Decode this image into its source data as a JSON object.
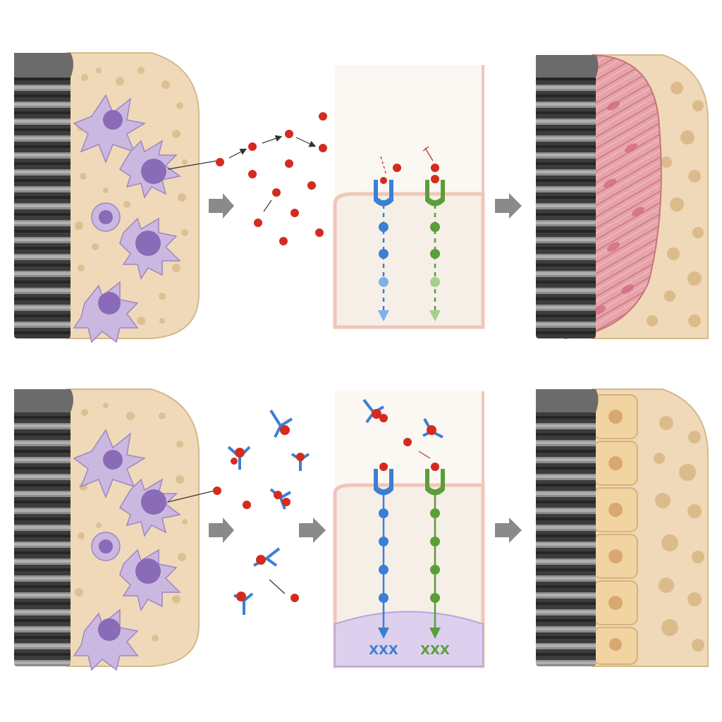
{
  "title": "",
  "rows": [
    {
      "name": "top",
      "stages": [
        "implant-bone-interface",
        "signaling-molecules",
        "cell-receptor-signaling",
        "fibrous-tissue-outcome"
      ]
    },
    {
      "name": "bottom",
      "stages": [
        "implant-bone-interface",
        "antibody-blocked-signaling",
        "receptor-to-nucleus-signaling",
        "osteoblast-bone-outcome"
      ]
    }
  ],
  "nucleus_dna": {
    "left": "XXX",
    "right": "XXX"
  },
  "colors": {
    "implant": "#4a4a4a",
    "bone": "#efd9b8",
    "bone_pore": "#d9b98a",
    "cell_body": "#cbb8e0",
    "cell_nucleus": "#8a6bb8",
    "ligand": "#d42b1f",
    "receptor_blue": "#3b7fd4",
    "receptor_green": "#5a9e3a",
    "fibrous": "#e8a6a6",
    "osteoblast": "#f2d3a2",
    "arrow": "#808080",
    "nucleus_fill": "#dcd0ee"
  }
}
